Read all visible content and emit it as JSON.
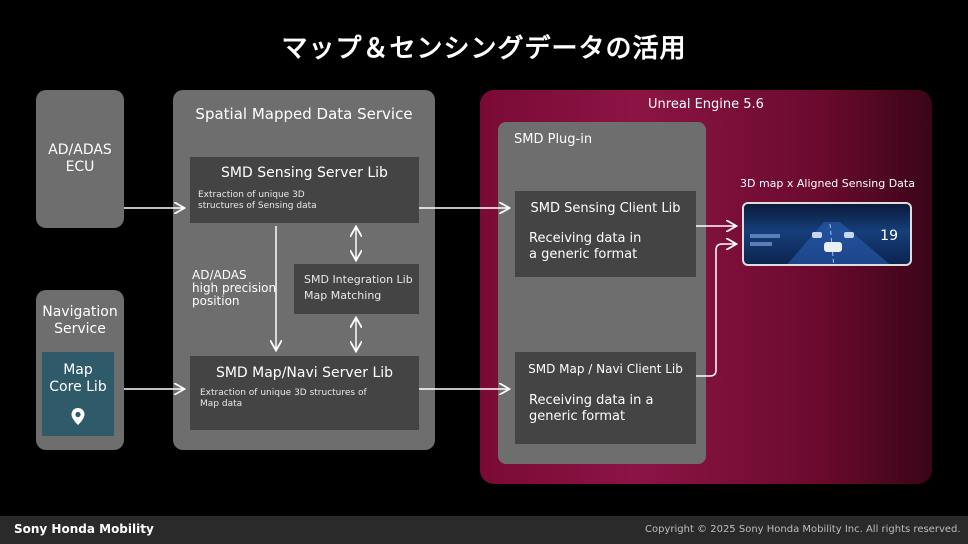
{
  "title": "マップ＆センシングデータの活用",
  "ad_ecu": "AD/ADAS\nECU",
  "nav_service": "Navigation\nService",
  "map_core_lib": "Map\nCore Lib",
  "smds": {
    "title": "Spatial Mapped Data Service",
    "sensing_server": {
      "title": "SMD Sensing Server Lib",
      "desc": "Extraction of unique 3D\nstructures of Sensing data"
    },
    "integration": {
      "line1": "SMD Integration Lib",
      "line2": "Map Matching"
    },
    "position_label": "AD/ADAS\nhigh precision\nposition",
    "map_server": {
      "title": "SMD Map/Navi Server Lib",
      "desc": "Extraction of unique 3D structures of\nMap data"
    }
  },
  "ue": {
    "title": "Unreal Engine 5.6",
    "plugin_title": "SMD Plug-in",
    "sensing_client": {
      "title": "SMD Sensing Client Lib",
      "desc": "Receiving data in\na generic format"
    },
    "map_client": {
      "title": "SMD Map / Navi Client Lib",
      "desc": "Receiving data in a\ngeneric format"
    },
    "output_label": "3D map x Aligned Sensing Data",
    "display_speed": "19"
  },
  "footer": {
    "brand": "Sony Honda Mobility",
    "copyright": "Copyright © 2025 Sony Honda Mobility Inc. All rights reserved."
  },
  "colors": {
    "ue_panel": "#8c1445",
    "map_core": "#2f5a6a",
    "gray_box": "#6e6e6e",
    "dark_box": "#444444"
  },
  "icons": {
    "map_pin": "map-pin-icon"
  }
}
